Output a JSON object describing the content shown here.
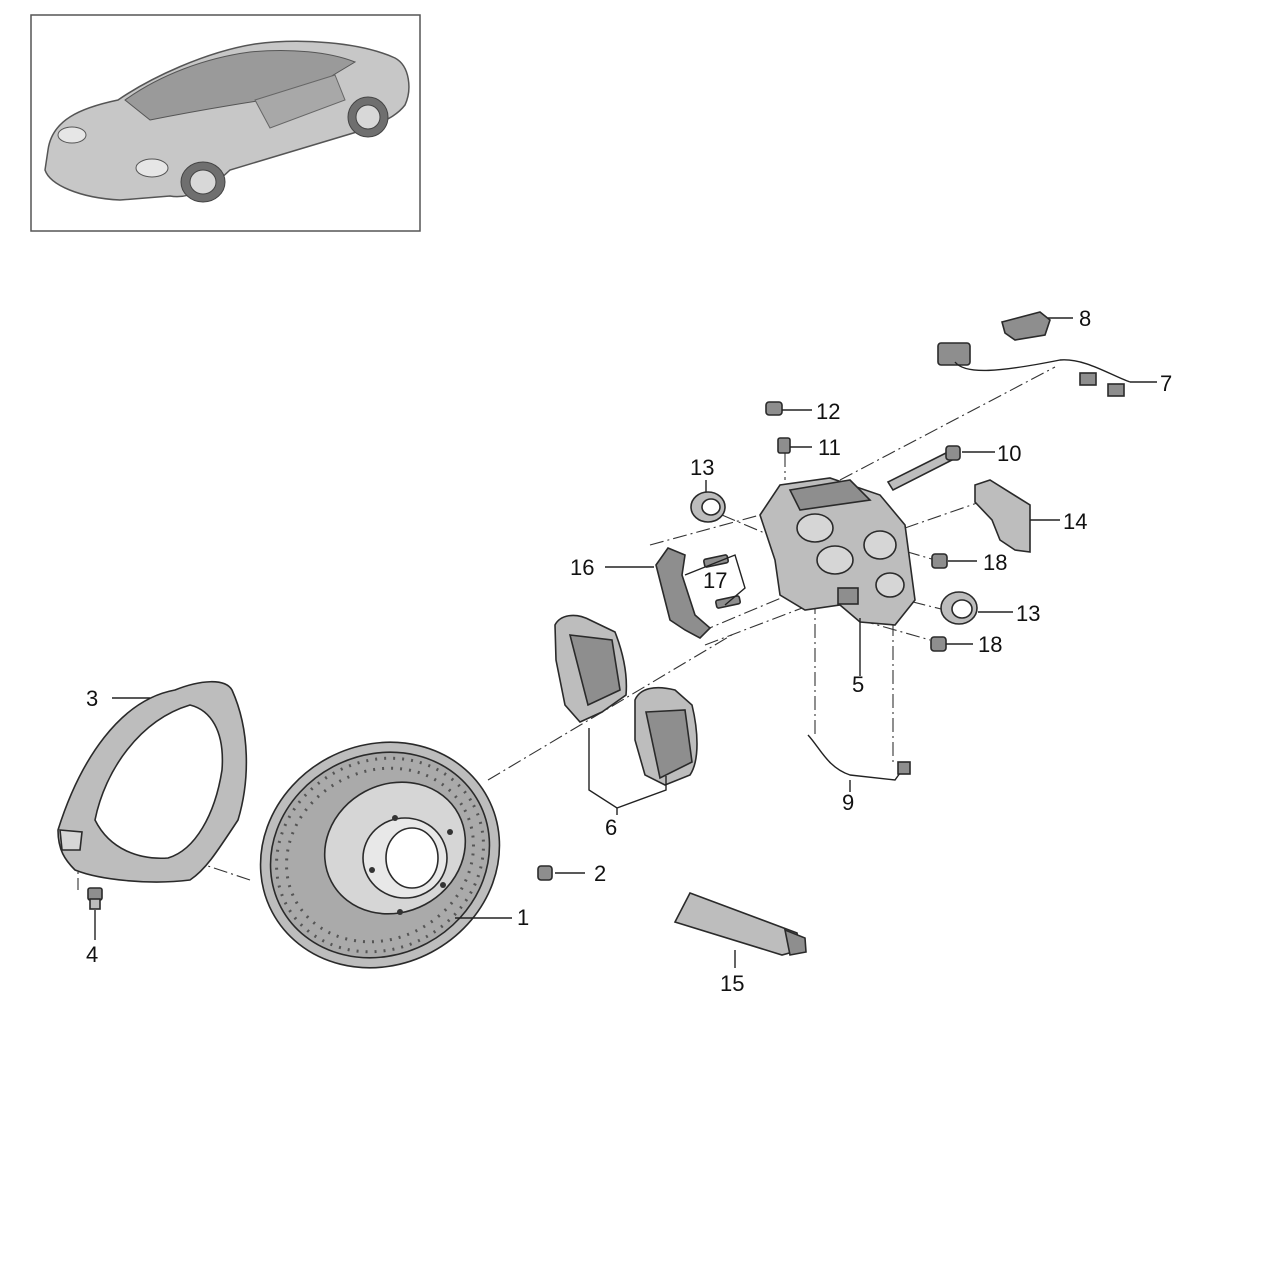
{
  "diagram": {
    "overview_image": {
      "icon": "car-overview-icon"
    },
    "callouts": [
      {
        "id": "c1",
        "label": "1"
      },
      {
        "id": "c2",
        "label": "2"
      },
      {
        "id": "c3",
        "label": "3"
      },
      {
        "id": "c4",
        "label": "4"
      },
      {
        "id": "c5",
        "label": "5"
      },
      {
        "id": "c6",
        "label": "6"
      },
      {
        "id": "c7",
        "label": "7"
      },
      {
        "id": "c8",
        "label": "8"
      },
      {
        "id": "c9",
        "label": "9"
      },
      {
        "id": "c10",
        "label": "10"
      },
      {
        "id": "c11",
        "label": "11"
      },
      {
        "id": "c12",
        "label": "12"
      },
      {
        "id": "c13a",
        "label": "13"
      },
      {
        "id": "c13b",
        "label": "13"
      },
      {
        "id": "c14",
        "label": "14"
      },
      {
        "id": "c15",
        "label": "15"
      },
      {
        "id": "c16",
        "label": "16"
      },
      {
        "id": "c17",
        "label": "17"
      },
      {
        "id": "c18a",
        "label": "18"
      },
      {
        "id": "c18b",
        "label": "18"
      }
    ],
    "colors": {
      "outline": "#2a2a2a",
      "part_fill": "#bdbdbd",
      "frame": "#555555"
    }
  }
}
